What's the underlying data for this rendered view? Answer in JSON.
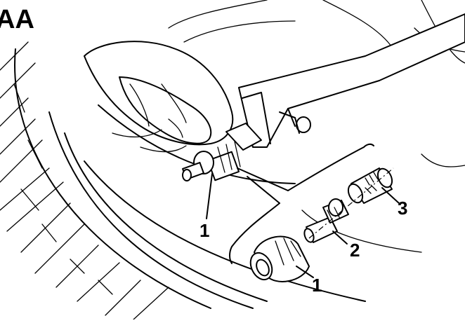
{
  "figure": {
    "corner_label": "AA",
    "callouts": [
      {
        "id": "valve-cap-on-wheel",
        "text": "1"
      },
      {
        "id": "valve-cap",
        "text": "1"
      },
      {
        "id": "valve-core",
        "text": "2"
      },
      {
        "id": "valve-filter",
        "text": "3"
      }
    ]
  },
  "colors": {
    "ink": "#000000",
    "paper": "#ffffff"
  }
}
